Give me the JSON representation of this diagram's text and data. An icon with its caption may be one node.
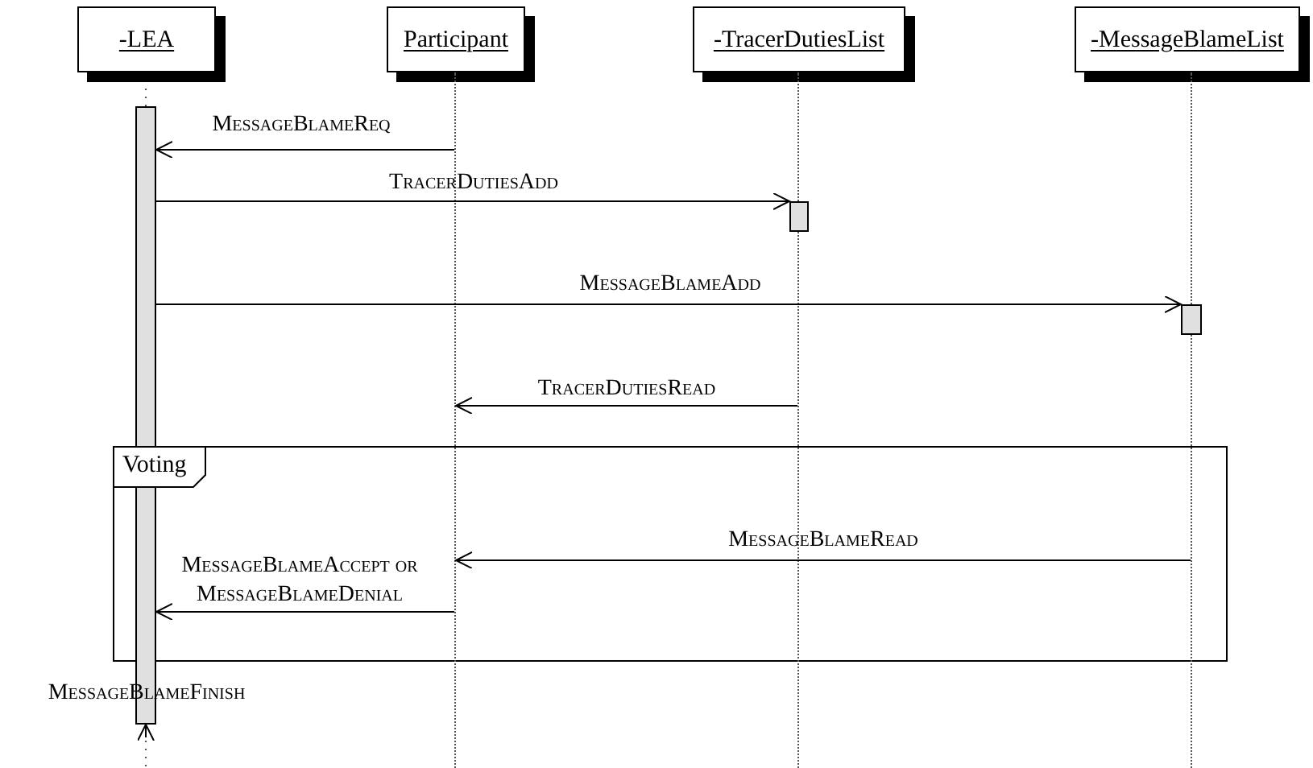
{
  "diagram": {
    "nodes": [
      {
        "text": [
          "-LEA"
        ]
      },
      {
        "text": [
          "Participant"
        ]
      },
      {
        "text": [
          "-TracerDutiesList"
        ]
      },
      {
        "text": [
          "-MessageBlameList"
        ]
      },
      {
        "text": [
          "Voting"
        ]
      },
      {
        "text": [],
        "shape": "bar"
      },
      {
        "text": [],
        "shape": "line"
      },
      {
        "text": [],
        "shape": "line"
      },
      {
        "text": [],
        "shape": "bar"
      },
      {
        "text": [],
        "shape": "line"
      },
      {
        "text": [],
        "shape": "bar"
      }
    ],
    "edges": [
      {
        "from": 6,
        "to": 5,
        "arrow": "to",
        "label": "MessageBlameReq"
      },
      {
        "from": 5,
        "to": 8,
        "arrow": "to",
        "label": "TracerDutiesAdd"
      },
      {
        "from": 5,
        "to": 10,
        "arrow": "to",
        "label": "MessageBlameAdd"
      },
      {
        "from": 7,
        "to": 6,
        "arrow": "to",
        "label": "TracerDutiesRead"
      },
      {
        "from": 9,
        "to": 6,
        "arrow": "to",
        "label": "MessageBlameRead"
      },
      {
        "from": 6,
        "to": 5,
        "arrow": "to",
        "label": "MessageBlameAccept or MessageBlameDenial"
      },
      {
        "from": null,
        "to": 5,
        "arrow": "to",
        "label": "MessageBlameFinish"
      }
    ]
  }
}
